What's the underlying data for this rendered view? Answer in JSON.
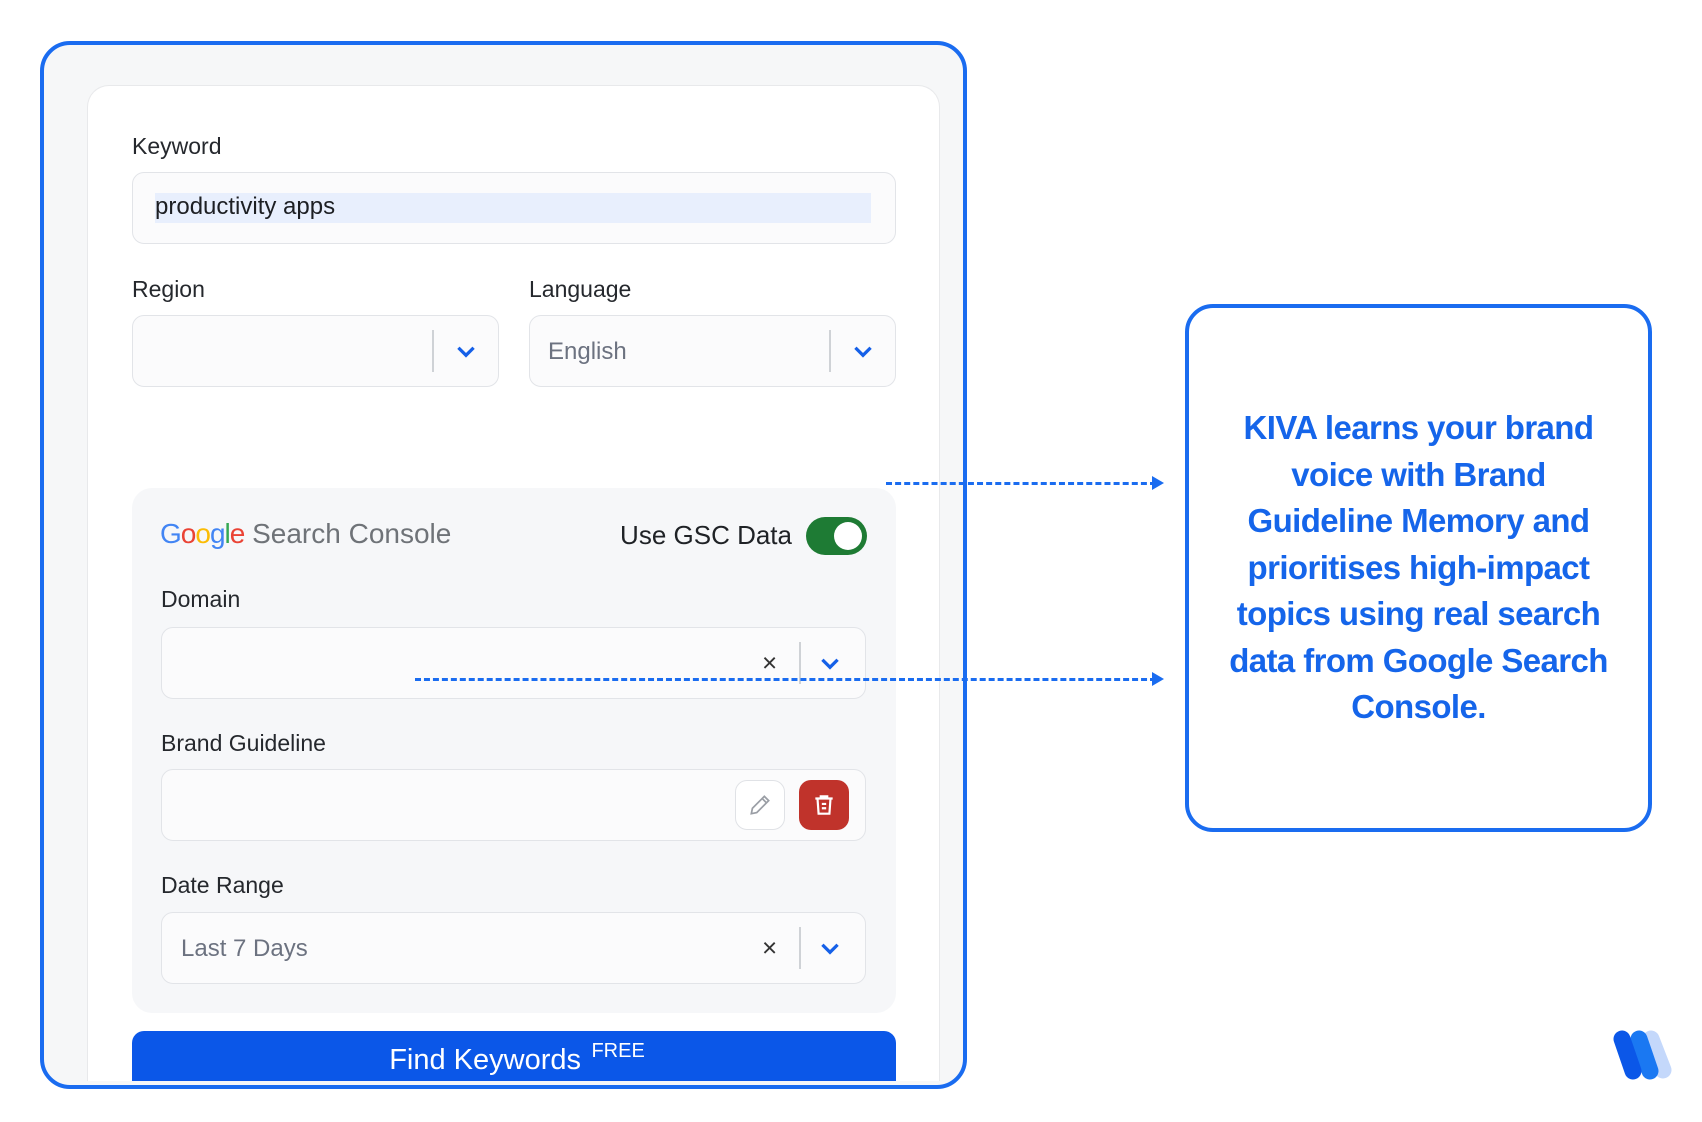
{
  "form": {
    "keyword": {
      "label": "Keyword",
      "value": "productivity apps"
    },
    "region": {
      "label": "Region",
      "value": ""
    },
    "language": {
      "label": "Language",
      "value": "English"
    },
    "gsc": {
      "logo_google": "Google",
      "logo_product": "Search Console",
      "toggle_label": "Use GSC Data",
      "toggle_on": true,
      "domain": {
        "label": "Domain",
        "value": ""
      },
      "brand_guideline": {
        "label": "Brand Guideline",
        "value": ""
      },
      "date_range": {
        "label": "Date Range",
        "value": "Last 7 Days"
      }
    },
    "submit": {
      "label": "Find Keywords",
      "badge": "FREE"
    }
  },
  "callout": {
    "lines": [
      "KIVA learns your brand",
      "voice with Brand",
      "Guideline Memory and",
      "prioritises high-impact",
      "topics using real search",
      "data from Google Search",
      "Console."
    ]
  },
  "colors": {
    "accent": "#1a6cf0",
    "button": "#0b57e8",
    "toggle": "#1e7b34",
    "delete": "#c0332b"
  },
  "logo": "brand-logo"
}
